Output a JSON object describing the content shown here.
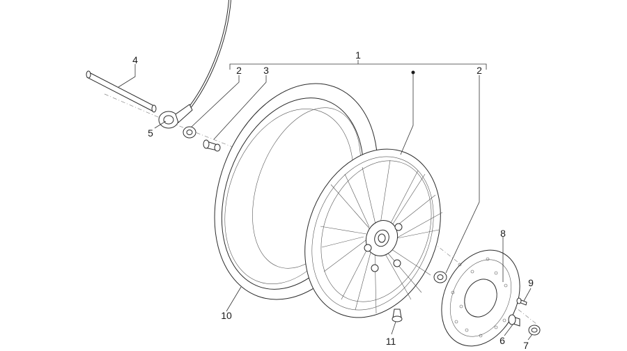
{
  "callouts": {
    "c1": "1",
    "c2a": "2",
    "c2b": "2",
    "c3": "3",
    "c4": "4",
    "c5": "5",
    "c6": "6",
    "c7": "7",
    "c8": "8",
    "c9": "9",
    "c10": "10",
    "c11": "11"
  },
  "colors": {
    "line": "#2a2a2a",
    "background": "#ffffff"
  }
}
